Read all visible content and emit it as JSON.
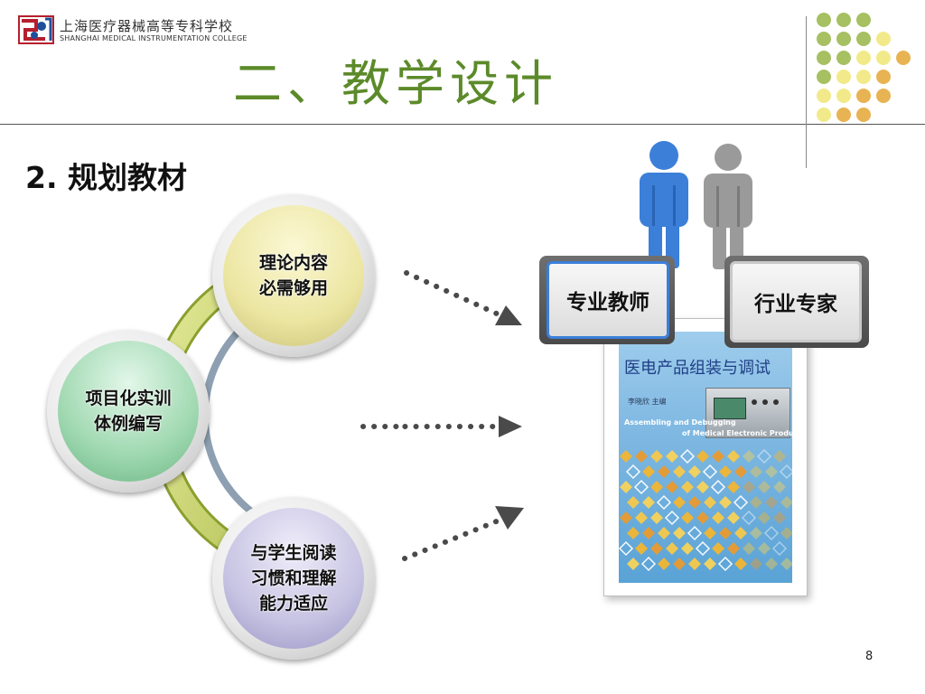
{
  "header": {
    "school_name_cn": "上海医疗器械高等专科学校",
    "school_name_en": "SHANGHAI MEDICAL INSTRUMENTATION COLLEGE",
    "title": "二、教学设计"
  },
  "section": {
    "title": "2. 规划教材"
  },
  "circles": [
    {
      "line1": "理论内容",
      "line2": "必需够用",
      "line3": ""
    },
    {
      "line1": "项目化实训",
      "line2": "体例编写",
      "line3": ""
    },
    {
      "line1": "与学生阅读",
      "line2": "习惯和理解",
      "line3": "能力适应"
    }
  ],
  "roles": {
    "teacher": "专业教师",
    "expert": "行业专家"
  },
  "book": {
    "title_cn": "医电产品组装与调试",
    "author": "李晓欣  主编",
    "title_en_line1": "Assembling and Debugging",
    "title_en_line2": "of Medical Electronic Product"
  },
  "colors": {
    "title_green": "#5c8a2a",
    "teacher_blue": "#3b7fd9",
    "expert_gray": "#9a9a9a",
    "dot_green": "#a6c062",
    "dot_yellow": "#f2ea8a",
    "dot_orange": "#e8b352"
  },
  "page_number": "8"
}
